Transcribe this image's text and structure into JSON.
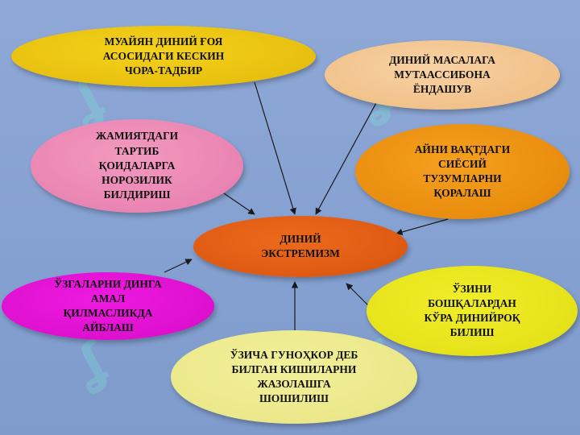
{
  "diagram": {
    "center": {
      "label": "ДИНИЙ\nЭКСТРЕМИЗМ",
      "color": "#e0621a"
    },
    "nodes": [
      {
        "id": "n1",
        "label": "МУАЙЯН ДИНИЙ ҒОЯ\nАСОСИДАГИ КЕСКИН\nЧОРА-ТАДБИР",
        "color": "#e8c010"
      },
      {
        "id": "n2",
        "label": "ДИНИЙ МАСАЛАГА\nМУТААССИБОНА\nЁНДАШУВ",
        "color": "#f0c088"
      },
      {
        "id": "n3",
        "label": "ЖАМИЯТДАГИ\nТАРТИБ\nҚОИДАЛАРГА\nНОРОЗИЛИК\nБИЛДИРИШ",
        "color": "#ea84b2"
      },
      {
        "id": "n4",
        "label": "АЙНИ ВАҚТДАГИ\nСИЁСИЙ\nТУЗУМЛАРНИ\nҚОРАЛАШ",
        "color": "#e98d0e"
      },
      {
        "id": "n6",
        "label": "ЎЗГАЛАРНИ ДИНГА\nАМАЛ\nҚИЛМАСЛИКДА\nАЙБЛАШ",
        "color": "#de10cf"
      },
      {
        "id": "n7",
        "label": "ЎЗИНИ\nБОШҚАЛАРДАН\nКЎРА ДИНИЙРОҚ\nБИЛИШ",
        "color": "#e6e21a"
      },
      {
        "id": "n8",
        "label": "ЎЗИЧА ГУНОҲКОР ДЕБ\nБИЛГАН КИШИЛАРНИ\nЖАЗОЛАШГА\nШОШИЛИШ",
        "color": "#ebe88a"
      }
    ],
    "arrow_color": "#1a1a1a",
    "background_color": "#8aa4d4"
  }
}
